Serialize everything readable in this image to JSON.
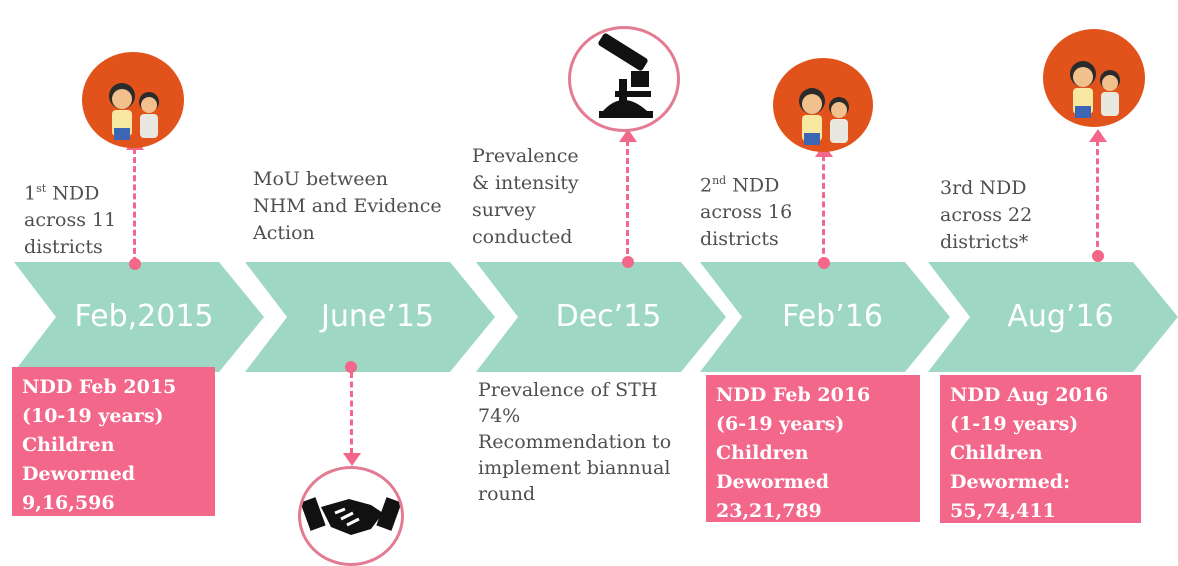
{
  "milestones": [
    {
      "date": "Feb,2015",
      "top_ord": "1",
      "top_sup": "st",
      "top_rest": "NDD",
      "top_line2": "across 11",
      "top_line3": "districts",
      "box": [
        "NDD Feb 2015",
        "(10-19 years)",
        "Children",
        "Dewormed",
        "9,16,596"
      ],
      "icon": "children-logo-icon"
    },
    {
      "date": "June’15",
      "top": [
        "MoU between",
        "NHM and Evidence",
        "Action"
      ],
      "icon": "handshake-icon"
    },
    {
      "date": "Dec’15",
      "top": [
        "Prevalence",
        "& intensity",
        "survey",
        "conducted"
      ],
      "note": [
        "Prevalence of STH",
        "74%",
        "Recommendation to",
        "implement biannual",
        "round"
      ],
      "icon": "microscope-icon"
    },
    {
      "date": "Feb’16",
      "top_ord": "2",
      "top_sup": "nd",
      "top_rest": "NDD",
      "top_line2": "across 16",
      "top_line3": "districts",
      "box": [
        "NDD Feb 2016",
        "(6-19 years)",
        "Children",
        "Dewormed",
        "23,21,789"
      ],
      "icon": "children-logo-icon"
    },
    {
      "date": "Aug’16",
      "top": [
        "3rd NDD",
        "across 22",
        "districts*"
      ],
      "box": [
        "NDD Aug 2016",
        "(1-19 years)",
        "Children",
        "Dewormed:",
        "55,74,411"
      ],
      "icon": "children-logo-icon"
    }
  ],
  "colors": {
    "chevron": "#9ed8c5",
    "pink": "#f2678a",
    "logo": "#e2531c"
  }
}
